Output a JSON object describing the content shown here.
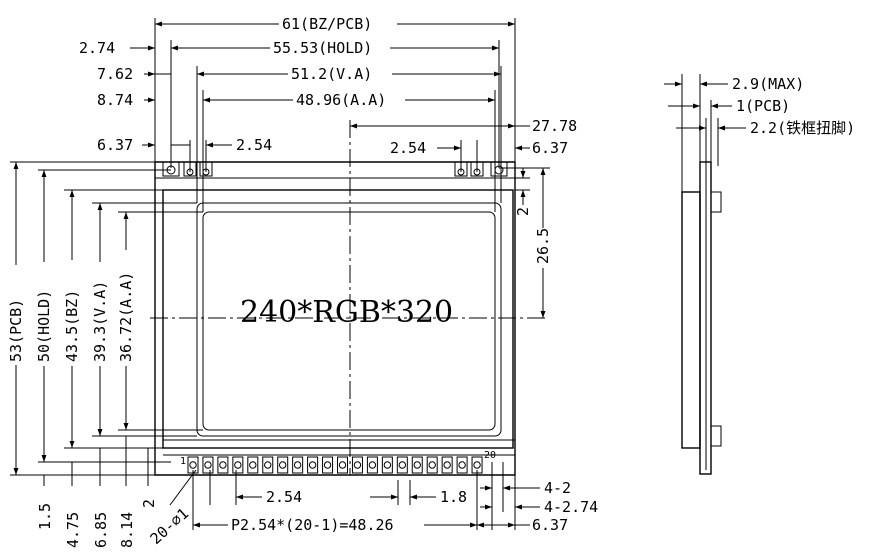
{
  "center_label": "240*RGB*320",
  "top_dims": {
    "bz_pcb": "61(BZ/PCB)",
    "hold": "55.53(HOLD)",
    "va": "51.2(V.A)",
    "aa": "48.96(A.A)",
    "offset_274": "2.74",
    "offset_762": "7.62",
    "offset_874": "8.74",
    "pin_left_637": "6.37",
    "pin_left_254": "2.54",
    "pin_right_254": "2.54",
    "pin_right_637": "6.37",
    "center_2778": "27.78"
  },
  "left_dims": {
    "pcb": "53(PCB)",
    "hold": "50(HOLD)",
    "bz": "43.5(BZ)",
    "va": "39.3(V.A)",
    "aa": "36.72(A.A)"
  },
  "right_dims": {
    "two": "2",
    "v265": "26.5"
  },
  "bottom_dims": {
    "b15": "1.5",
    "b475": "4.75",
    "b685": "6.85",
    "b814": "8.14",
    "b2": "2",
    "holes": "20-⌀1",
    "pitch254": "2.54",
    "pitch18": "1.8",
    "pitch_total": "P2.54*(20-1)=48.26",
    "r42": "4-2",
    "r4274": "4-2.74",
    "r637": "6.37",
    "pin1": "1",
    "pin20": "20"
  },
  "side_dims": {
    "max": "2.9(MAX)",
    "pcb": "1(PCB)",
    "frame": "2.2(铁框扭脚)"
  }
}
